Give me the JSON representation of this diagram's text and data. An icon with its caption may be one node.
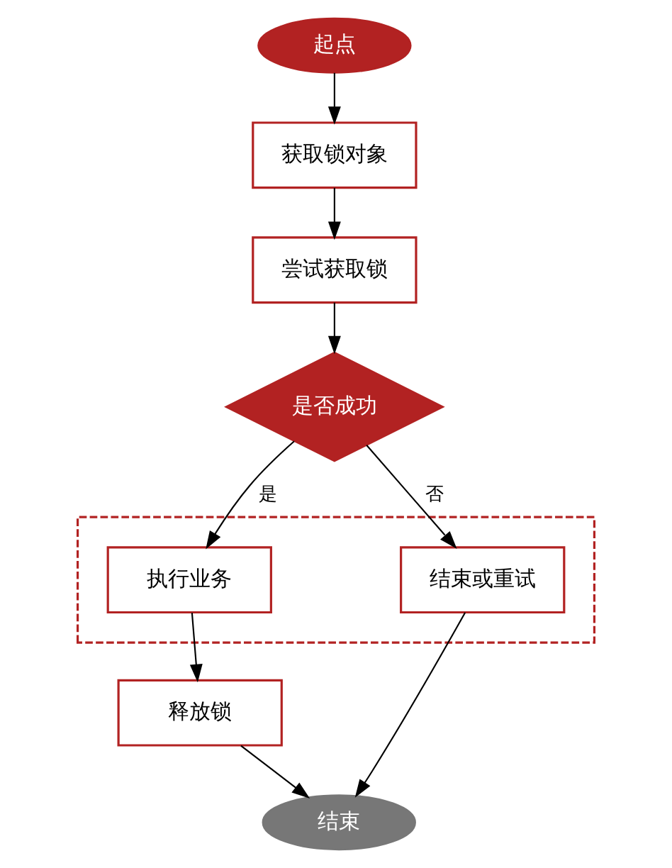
{
  "diagram": {
    "nodes": [
      {
        "text": [
          "起点"
        ]
      },
      {
        "text": [
          "获取锁对象"
        ]
      },
      {
        "text": [
          "尝试获取锁"
        ]
      },
      {
        "text": [
          "是否成功"
        ]
      },
      {
        "text": [],
        "shape": "box"
      },
      {
        "text": [
          "执行业务"
        ],
        "in": 4
      },
      {
        "text": [
          "结束或重试"
        ],
        "in": 4
      },
      {
        "text": [
          "释放锁"
        ]
      },
      {
        "text": [
          "结束"
        ]
      }
    ],
    "edges": [
      {
        "from": 0,
        "to": 1,
        "arrow": "to"
      },
      {
        "from": 1,
        "to": 2,
        "arrow": "to"
      },
      {
        "from": 2,
        "to": 3,
        "arrow": "to"
      },
      {
        "from": 3,
        "to": 5,
        "label": "是",
        "arrow": "to"
      },
      {
        "from": 3,
        "to": 6,
        "label": "否",
        "arrow": "to"
      },
      {
        "from": 5,
        "to": 7,
        "arrow": "to"
      },
      {
        "from": 7,
        "to": 8,
        "arrow": "to"
      },
      {
        "from": 6,
        "to": 8,
        "arrow": "to"
      }
    ]
  }
}
